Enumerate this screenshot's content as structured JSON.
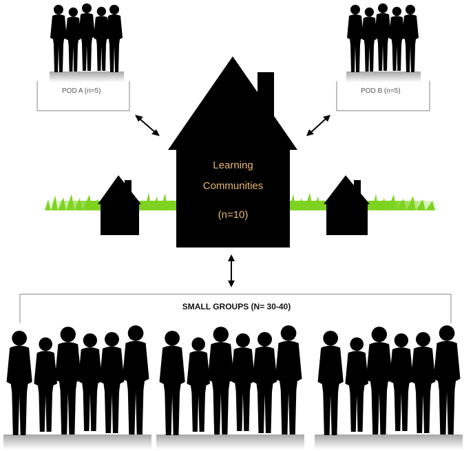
{
  "pods": [
    {
      "label": "POD A (n=5)"
    },
    {
      "label": "POD B (n=5)"
    }
  ],
  "house": {
    "line1": "Learning",
    "line2": "Communities",
    "line3": "(n=10)"
  },
  "small_groups": {
    "label": "SMALL GROUPS (N= 30-40)"
  },
  "colors": {
    "silhouette": "#000000",
    "grass": "#7ed321",
    "house_text": "#e8b870",
    "bracket": "#999999"
  }
}
